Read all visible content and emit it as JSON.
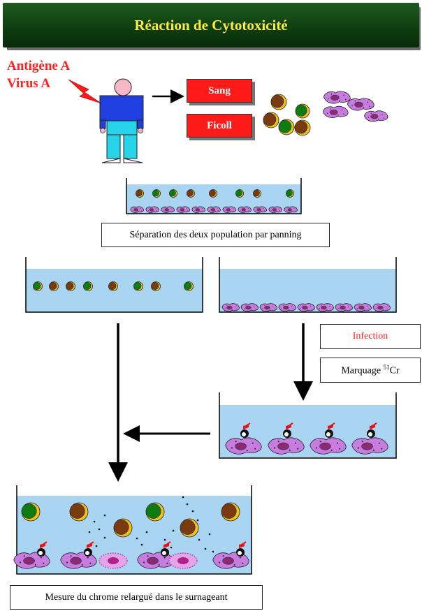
{
  "title": "Réaction de Cytotoxicité",
  "antigen": {
    "line1": "Antigène A",
    "line2": "Virus A"
  },
  "boxes": {
    "sang": "Sang",
    "ficoll": "Ficoll",
    "panning": "Séparation des deux population par panning",
    "infection": "Infection",
    "marquage": "Marquage",
    "marquage_isotope_mass": "51",
    "marquage_element": "Cr",
    "mesure": "Mesure du chrome relargué dans le surnageant"
  },
  "colors": {
    "banner": "#0e3f10",
    "title_text": "#ffeb3b",
    "accent_red": "#ff1a1a",
    "medium_blue": "#a9d4f2",
    "cell_purple": "#c77ce0",
    "lymph_brown": "#7a3a10",
    "lymph_green": "#0f7a10",
    "lymph_yellow": "#f2c21a"
  },
  "icons": [
    "person-figure",
    "lightning-bolt",
    "lymphocyte-cell",
    "macrophage-cell",
    "right-arrow",
    "down-arrow",
    "left-arrow"
  ]
}
